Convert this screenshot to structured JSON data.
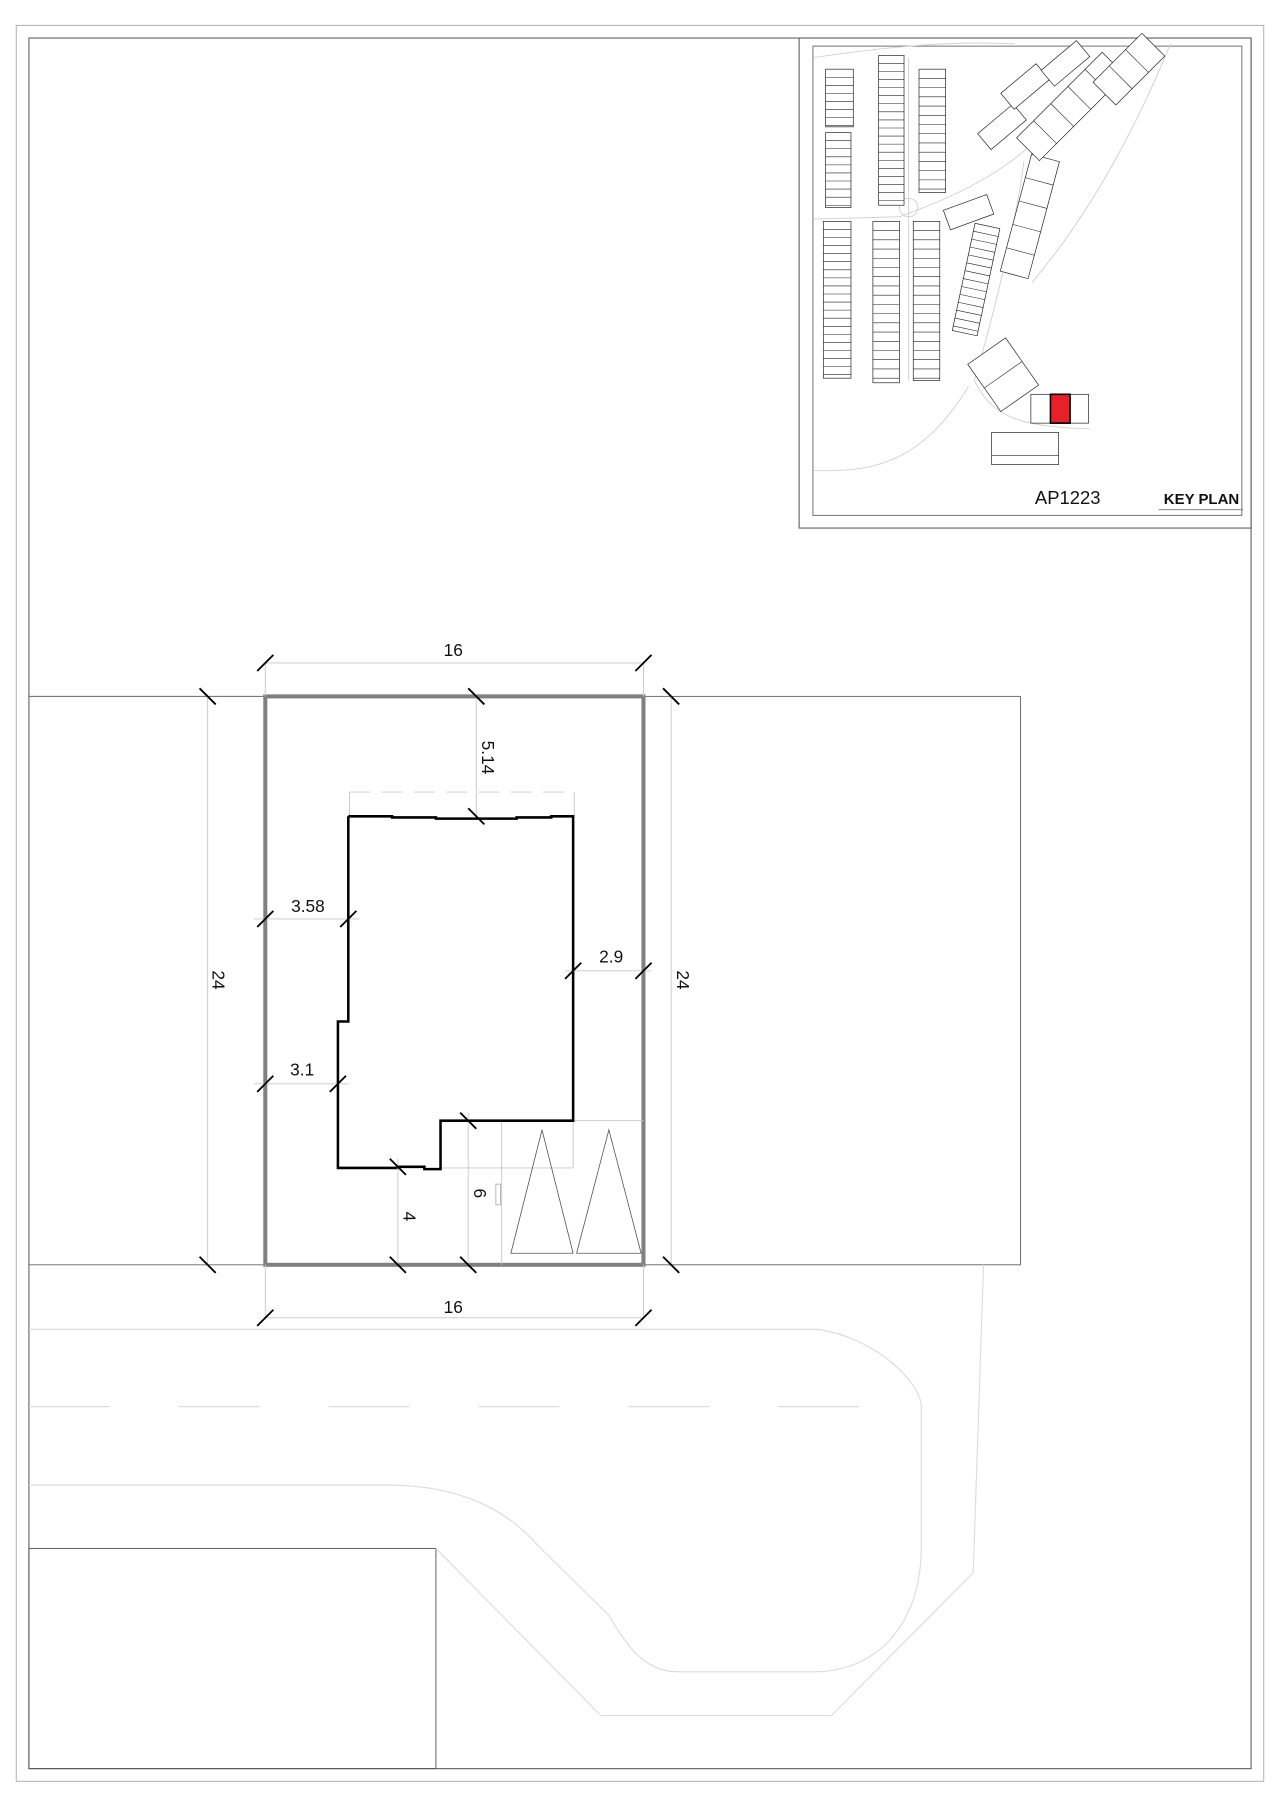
{
  "key_plan": {
    "lot_id": "AP1223",
    "title": "KEY PLAN",
    "highlight_color": "#e8202a"
  },
  "site_plan": {
    "dimensions": {
      "frontage_top": "16",
      "frontage_bottom": "16",
      "depth_left": "24",
      "depth_right": "24",
      "rear_setback": "5.14",
      "side_setback_upper_left": "3.58",
      "side_setback_lower_left": "3.1",
      "side_setback_right": "2.9",
      "front_setback_house": "4",
      "front_setback_garage": "6"
    }
  }
}
